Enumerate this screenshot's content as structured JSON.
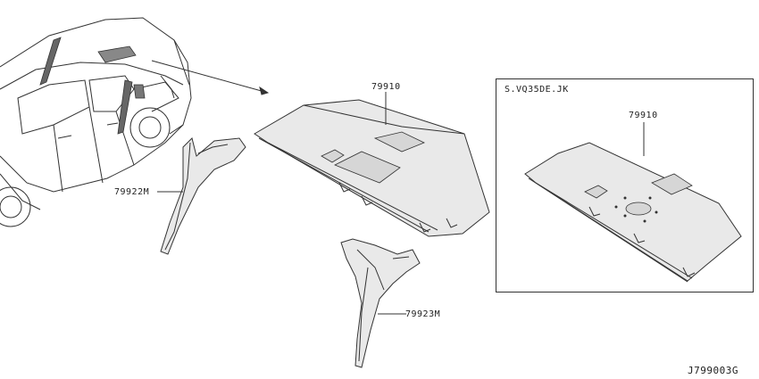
{
  "labels": {
    "part_79910_main": "79910",
    "part_79922m": "79922M",
    "part_79923m": "79923M",
    "inset_variant": "S.VQ35DE.JK",
    "part_79910_inset": "79910",
    "diagram_code": "J799003G"
  }
}
